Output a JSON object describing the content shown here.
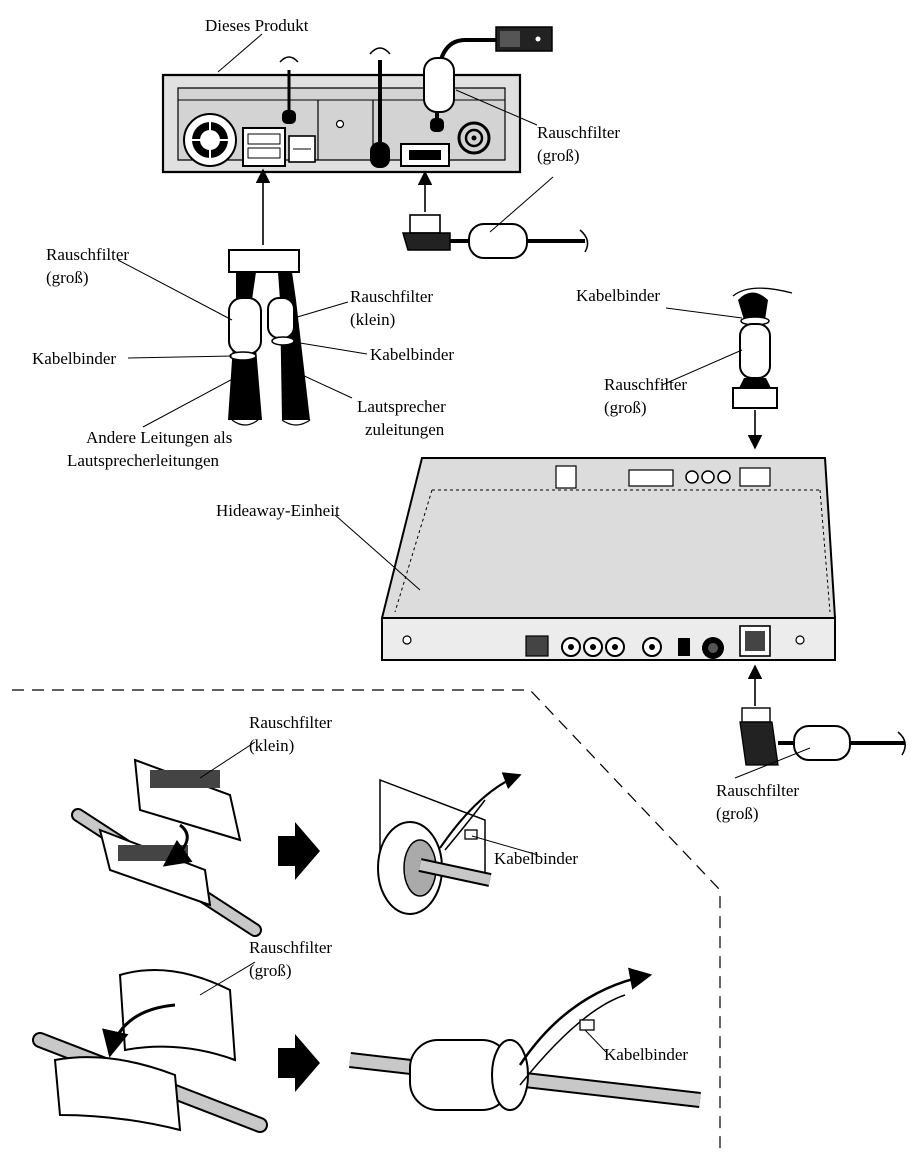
{
  "labels": {
    "product": "Dieses Produkt",
    "filter_top_right_line1": "Rauschfilter",
    "filter_top_right_line2": "(groß)",
    "filter_harness_left_line1": "Rauschfilter",
    "filter_harness_left_line2": "(groß)",
    "filter_harness_right_line1": "Rauschfilter",
    "filter_harness_right_line2": "(klein)",
    "tie_left": "Kabelbinder",
    "tie_right": "Kabelbinder",
    "other_wires_line1": "Andere Leitungen als",
    "other_wires_line2": "Lautsprecherleitungen",
    "speaker_wires_line1": "Lautsprecher",
    "speaker_wires_line2": "zuleitungen",
    "tie_hideaway": "Kabelbinder",
    "filter_hideaway_line1": "Rauschfilter",
    "filter_hideaway_line2": "(groß)",
    "hideaway_unit": "Hideaway-Einheit",
    "filter_bottom_right_line1": "Rauschfilter",
    "filter_bottom_right_line2": "(groß)",
    "detail_small_line1": "Rauschfilter",
    "detail_small_line2": "(klein)",
    "detail_tie_1": "Kabelbinder",
    "detail_large_line1": "Rauschfilter",
    "detail_large_line2": "(groß)",
    "detail_tie_2": "Kabelbinder"
  },
  "colors": {
    "ink": "#000000",
    "panel": "#dcdcdc",
    "panel_dark": "#bdbdbd",
    "paper": "#ffffff"
  }
}
